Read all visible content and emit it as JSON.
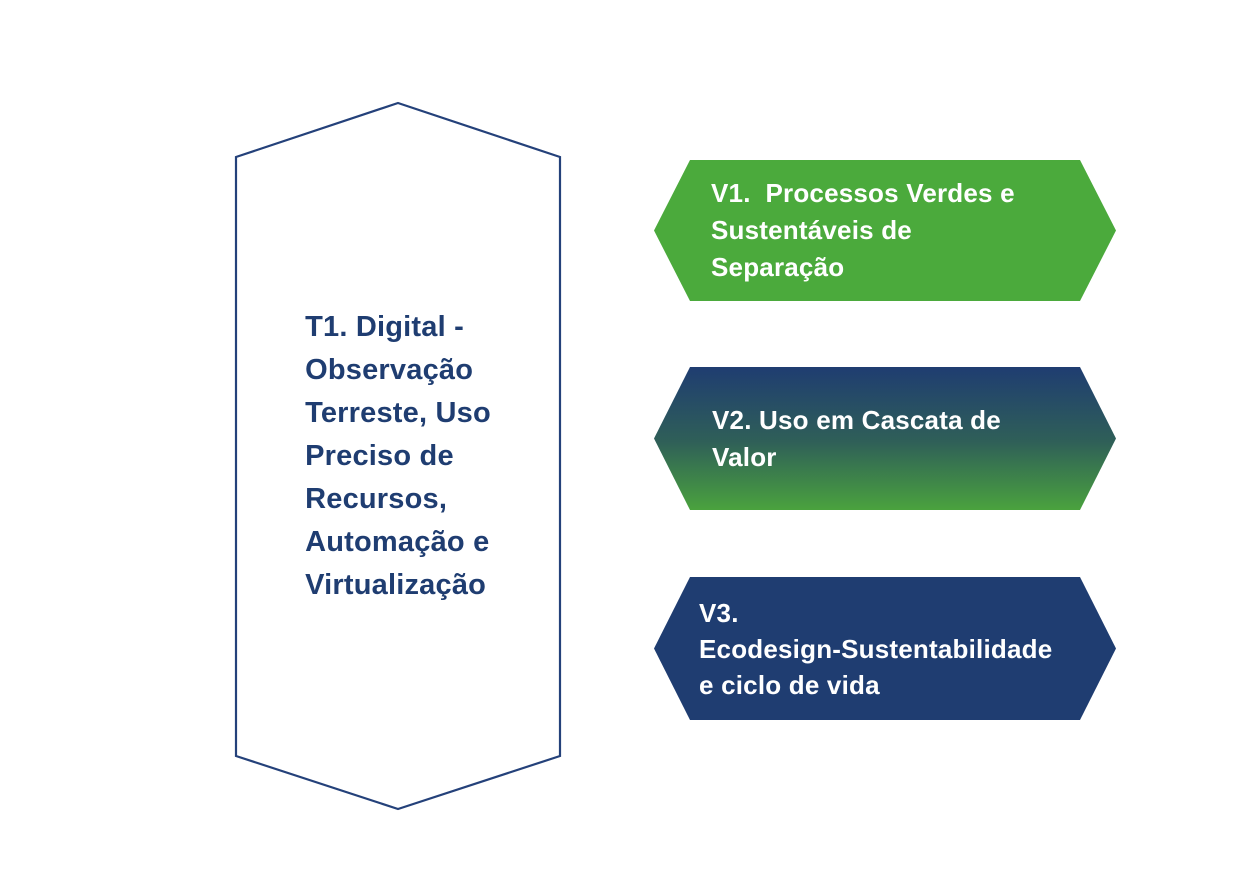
{
  "diagram": {
    "colors": {
      "navy": "#1f3d71",
      "navy_border": "#24417a",
      "green": "#4baa3c",
      "gradient_top": "#1f3d71",
      "gradient_bottom": "#4aa23e",
      "text_on_banner": "#ffffff"
    },
    "pillar": {
      "id": "T1",
      "label": "T1. Digital -\nObservação\nTerreste, Uso\nPreciso de\nRecursos,\nAutomação e\nVirtualização"
    },
    "banners": [
      {
        "id": "V1",
        "label": "V1.  Processos Verdes e\nSustentáveis de\nSeparação",
        "fill": "green"
      },
      {
        "id": "V2",
        "label": "V2. Uso em Cascata de\nValor",
        "fill": "gradient-navy-to-green"
      },
      {
        "id": "V3",
        "label": "V3.\nEcodesign-Sustentabilidade\ne ciclo de vida",
        "fill": "navy"
      }
    ]
  }
}
